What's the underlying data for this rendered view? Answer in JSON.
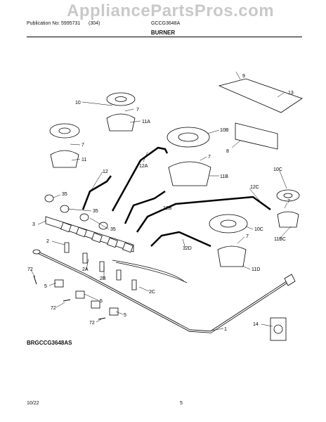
{
  "header": {
    "publication": "Publication No: 5995731",
    "publication_suffix": "(304)",
    "model": "GCCG3648A",
    "watermark": "AppliancePartsPros.com"
  },
  "title": "BURNER",
  "model_label": "BRGCCG3648AS",
  "footer": {
    "date": "10/22",
    "page": "5"
  },
  "callouts": {
    "c9": "9",
    "c13": "13",
    "c10": "10",
    "c7a": "7",
    "c11a": "11A",
    "c7b": "7",
    "c11": "11",
    "c12": "12",
    "c12a": "12A",
    "c10b": "10B",
    "c7c": "7",
    "c8": "8",
    "c11b": "11B",
    "c10c": "10C",
    "c12c": "12C",
    "c7d": "7",
    "c35a": "35",
    "c35b": "35",
    "c35c": "35",
    "c12b": "12B",
    "c3": "3",
    "c10c2": "10C",
    "c11bc": "11BC",
    "c2": "2",
    "c12d": "12D",
    "c7e": "7",
    "c2a": "2A",
    "c2b": "2B",
    "c11d": "11D",
    "c72a": "72",
    "c5a": "5",
    "c2c": "2C",
    "c72b": "72",
    "c5b": "5",
    "c1": "1",
    "c14": "14",
    "c72c": "72",
    "c5c": "5"
  }
}
